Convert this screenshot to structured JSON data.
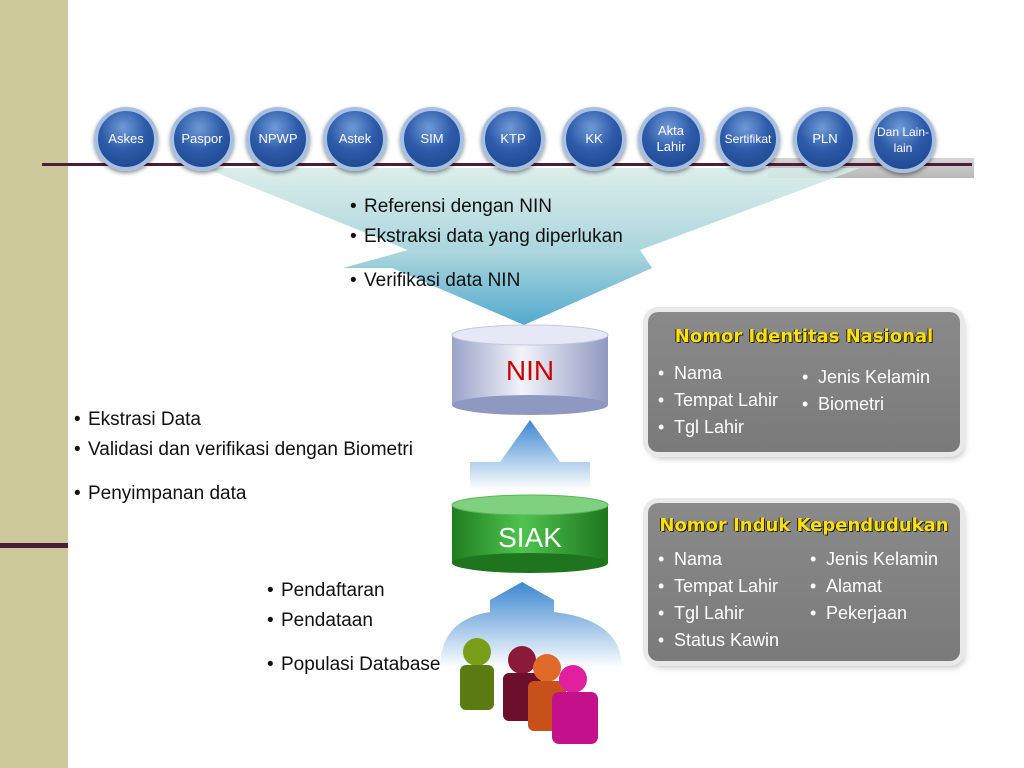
{
  "cards": [
    {
      "label": "Askes"
    },
    {
      "label": "Paspor"
    },
    {
      "label": "NPWP"
    },
    {
      "label": "Astek"
    },
    {
      "label": "SIM"
    },
    {
      "label": "KTP"
    },
    {
      "label": "KK"
    },
    {
      "label": "Akta Lahir"
    },
    {
      "label": "Sertifikat"
    },
    {
      "label": "PLN"
    },
    {
      "label": "Dan Lain-lain"
    }
  ],
  "top_bullets": {
    "items": [
      "Referensi dengan NIN",
      "Ekstraksi data yang diperlukan"
    ],
    "extra": "Verifikasi data NIN"
  },
  "nin_db": {
    "label": "NIN"
  },
  "mid_bullets": {
    "items": [
      "Ekstrasi Data",
      "Validasi dan verifikasi dengan Biometri"
    ],
    "extra": "Penyimpanan data"
  },
  "siak_db": {
    "label": "SIAK"
  },
  "bottom_bullets": {
    "items": [
      "Pendaftaran",
      "Pendataan"
    ],
    "extra": "Populasi Database"
  },
  "panel_nin": {
    "title": "Nomor Identitas Nasional",
    "left_items": [
      "Nama",
      "Tempat Lahir",
      "Tgl Lahir"
    ],
    "right_items": [
      "Jenis Kelamin",
      "Biometri"
    ]
  },
  "panel_nik": {
    "title": "Nomor Induk Kependudukan",
    "left_items": [
      "Nama",
      "Tempat Lahir",
      "Tgl Lahir",
      "Status Kawin"
    ],
    "right_items": [
      "Jenis Kelamin",
      "Alamat",
      "Pekerjaan"
    ]
  },
  "colors": {
    "left_band": "#cdc99a",
    "accent_line": "#4b1e3a",
    "circle_blue": "#2e5caa",
    "panel_title_yellow": "#ffe100",
    "nin_text_red": "#cc0000",
    "siak_green": "#2a9a2a"
  },
  "icons": {
    "people": "people-group-icon"
  }
}
